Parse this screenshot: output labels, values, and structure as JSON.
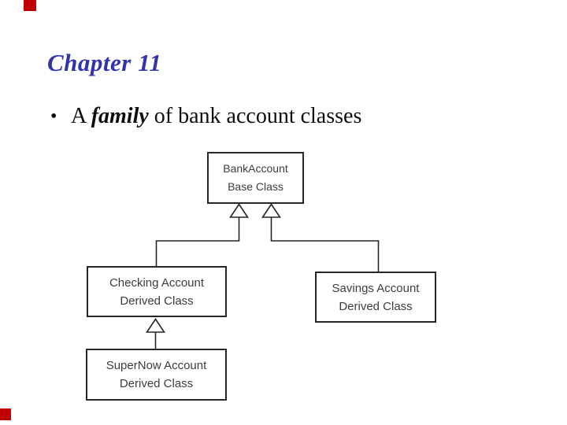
{
  "slide": {
    "title": "Chapter 11",
    "bullet_marker": "•",
    "bullet_text_prefix": "A ",
    "bullet_text_emphasis": "family",
    "bullet_text_suffix": " of bank account classes"
  },
  "colors": {
    "title_blue": "#3333aa",
    "decor_red": "#c00000",
    "diagram_stroke": "#262626",
    "diagram_text": "#3d3d3d"
  },
  "decor": {
    "squares": [
      {
        "name": "top-left-red-square",
        "color": "#c00000"
      },
      {
        "name": "bottom-left-red-square",
        "color": "#c00000"
      }
    ]
  },
  "diagram": {
    "type": "uml-class-inheritance",
    "nodes": {
      "base": {
        "line1": "BankAccount",
        "line2": "Base Class"
      },
      "checking": {
        "line1": "Checking Account",
        "line2": "Derived Class"
      },
      "savings": {
        "line1": "Savings Account",
        "line2": "Derived Class"
      },
      "supernow": {
        "line1": "SuperNow Account",
        "line2": "Derived Class"
      }
    },
    "relations": [
      {
        "from": "checking",
        "to": "base",
        "kind": "inheritance"
      },
      {
        "from": "savings",
        "to": "base",
        "kind": "inheritance"
      },
      {
        "from": "supernow",
        "to": "checking",
        "kind": "inheritance"
      }
    ]
  }
}
